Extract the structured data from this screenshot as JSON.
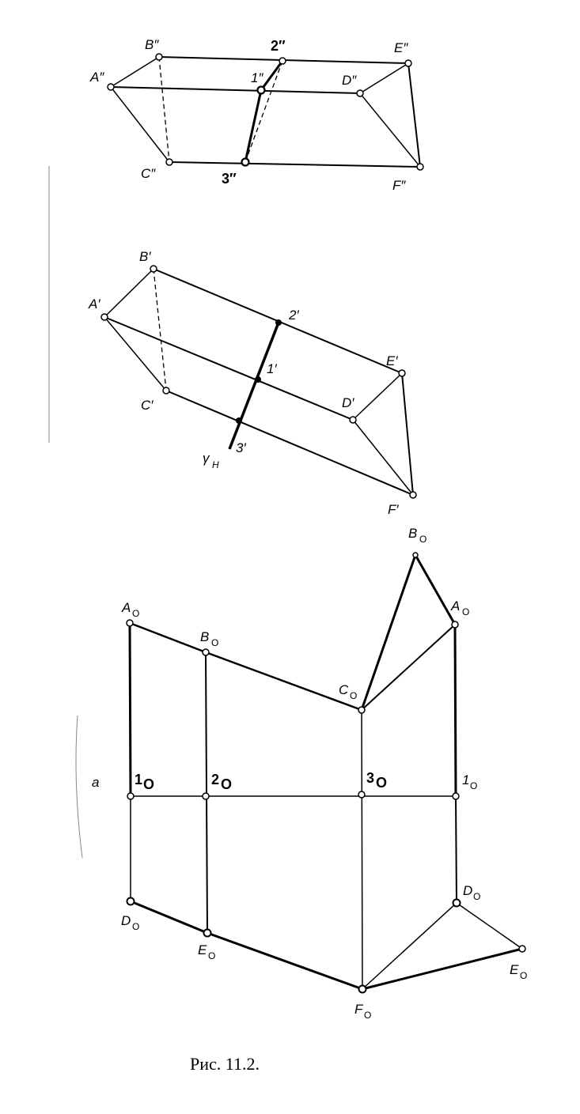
{
  "caption": "Рис. 11.2.",
  "top_view": {
    "labels": [
      "A″",
      "B″",
      "C″",
      "D″",
      "E″",
      "F″",
      "1″",
      "2″",
      "3″"
    ]
  },
  "middle_view": {
    "labels": [
      "A′",
      "B′",
      "C′",
      "D′",
      "E′",
      "F′",
      "1′",
      "2′",
      "3′"
    ],
    "plane_label": "γ",
    "plane_sub": "H"
  },
  "development": {
    "side_label": "a",
    "points": [
      {
        "letter": "A",
        "sub": "O"
      },
      {
        "letter": "B",
        "sub": "O"
      },
      {
        "letter": "C",
        "sub": "O"
      },
      {
        "letter": "B",
        "sub": "O"
      },
      {
        "letter": "A",
        "sub": "O"
      },
      {
        "letter": "1",
        "sub": "O"
      },
      {
        "letter": "2",
        "sub": "O"
      },
      {
        "letter": "3",
        "sub": "O"
      },
      {
        "letter": "1",
        "sub": "O"
      },
      {
        "letter": "D",
        "sub": "O"
      },
      {
        "letter": "E",
        "sub": "O"
      },
      {
        "letter": "F",
        "sub": "O"
      },
      {
        "letter": "D",
        "sub": "O"
      },
      {
        "letter": "E",
        "sub": "O"
      }
    ]
  }
}
